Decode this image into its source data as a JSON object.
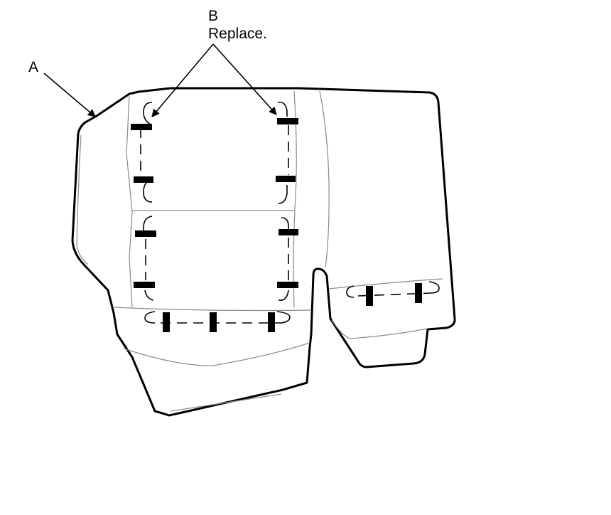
{
  "callouts": [
    {
      "letter": "A",
      "note": ""
    },
    {
      "letter": "B",
      "note": "Replace."
    }
  ]
}
